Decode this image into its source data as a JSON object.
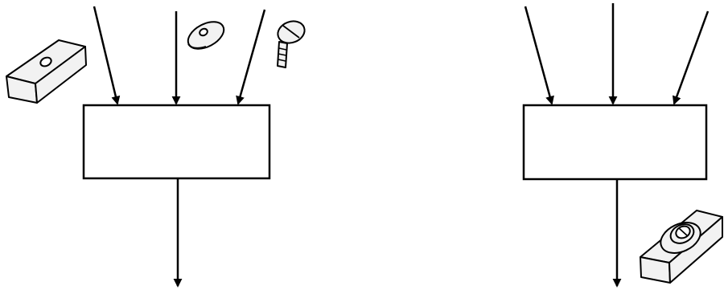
{
  "diagram": {
    "panels": [
      {
        "id": "left",
        "inputs": [
          {
            "part": "block-with-hole"
          },
          {
            "part": "washer"
          },
          {
            "part": "screw"
          }
        ],
        "output": {
          "part": "none"
        }
      },
      {
        "id": "right",
        "inputs": [
          {
            "part": "none"
          },
          {
            "part": "none"
          },
          {
            "part": "none"
          }
        ],
        "output": {
          "part": "assembled-block-washer-screw"
        }
      }
    ],
    "colors": {
      "ink": "#000000",
      "paper": "#ffffff",
      "part_fill": "#f2f2f2"
    }
  }
}
